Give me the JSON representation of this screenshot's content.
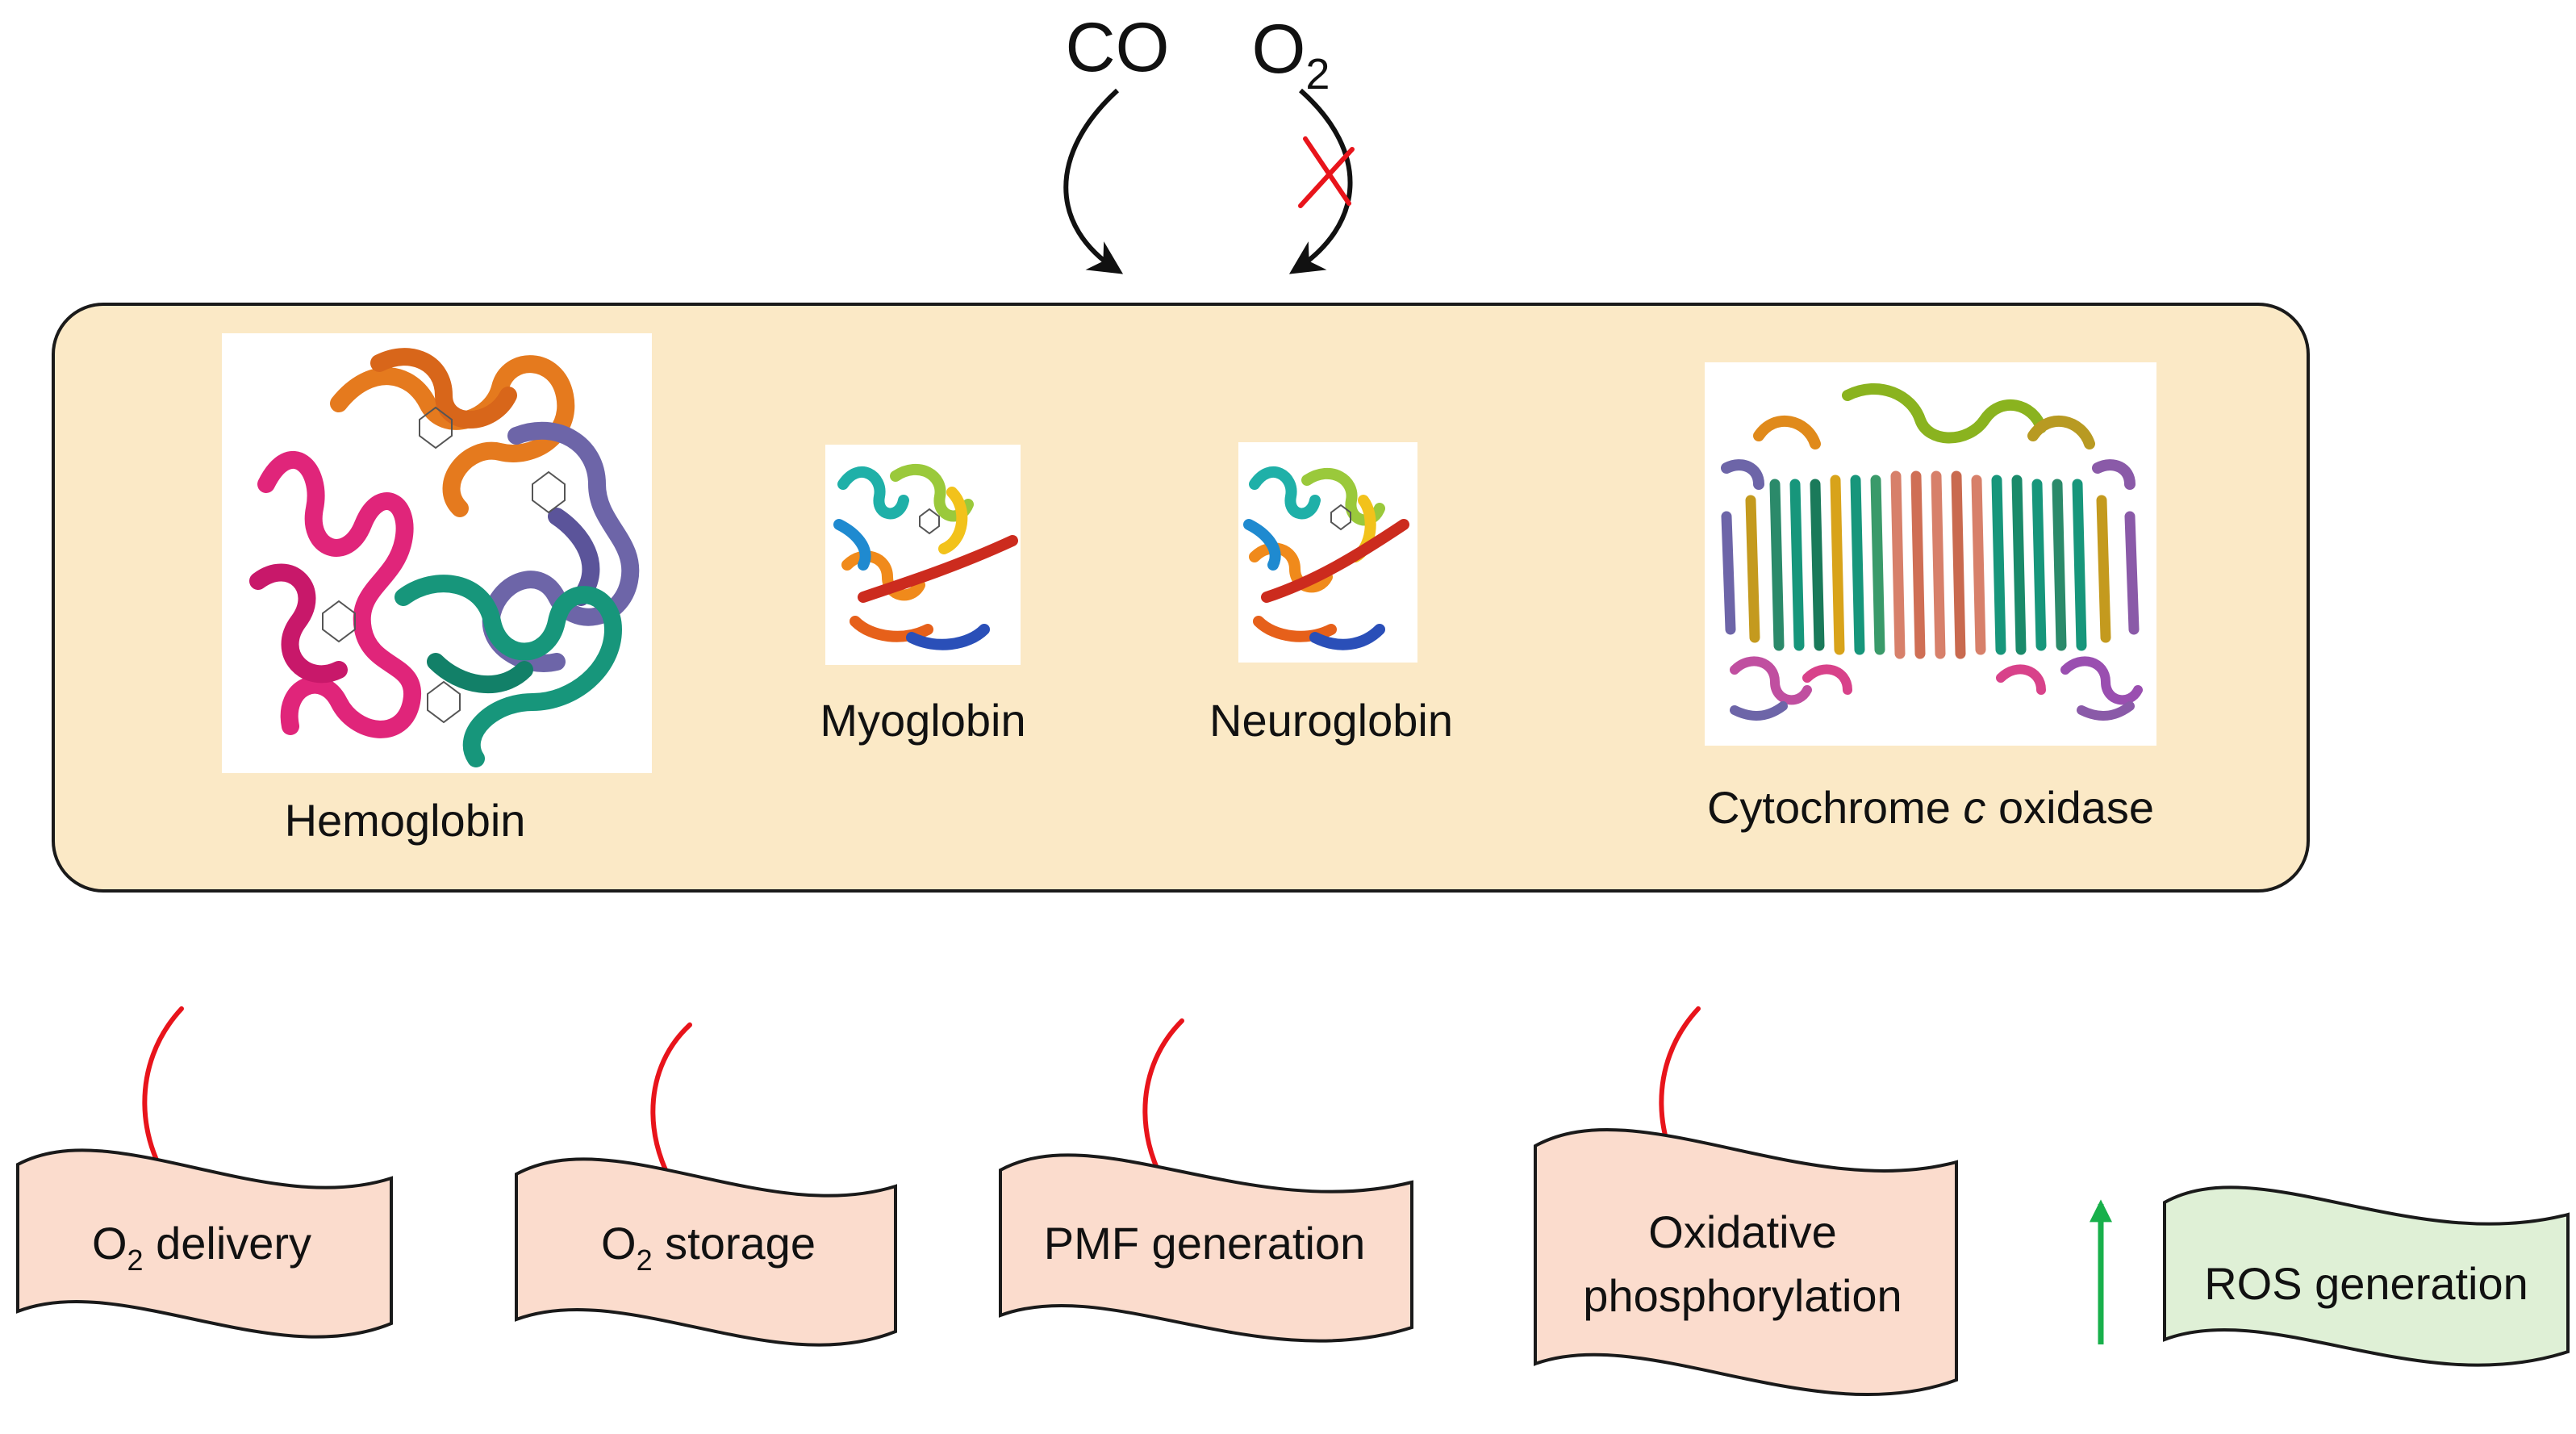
{
  "ligands": {
    "co": "CO",
    "o2_base": "O",
    "o2_sub": "2",
    "blocked_mark": "✗"
  },
  "proteins": [
    {
      "name": "Hemoglobin",
      "icon": "hemoglobin-structure"
    },
    {
      "name": "Myoglobin",
      "icon": "myoglobin-structure"
    },
    {
      "name": "Neuroglobin",
      "icon": "neuroglobin-structure"
    },
    {
      "name_pre": "Cytochrome ",
      "name_italic": "c",
      "name_post": " oxidase",
      "icon": "cytochrome-c-oxidase-structure"
    }
  ],
  "effects": [
    {
      "base": "O",
      "sub": "2",
      "rest": " delivery",
      "kind": "inhibited"
    },
    {
      "base": "O",
      "sub": "2",
      "rest": " storage",
      "kind": "inhibited"
    },
    {
      "text": "PMF generation",
      "kind": "inhibited"
    },
    {
      "line1": "Oxidative",
      "line2": "phosphorylation",
      "kind": "inhibited"
    },
    {
      "text": "ROS generation",
      "kind": "increased"
    }
  ],
  "colors": {
    "panel_fill": "#fbe9c6",
    "effect_fill": "#fbdccd",
    "ros_fill": "#dff0d6",
    "inhibit": "#e8141b",
    "increase": "#18b04b",
    "outline": "#1a1a1a"
  }
}
